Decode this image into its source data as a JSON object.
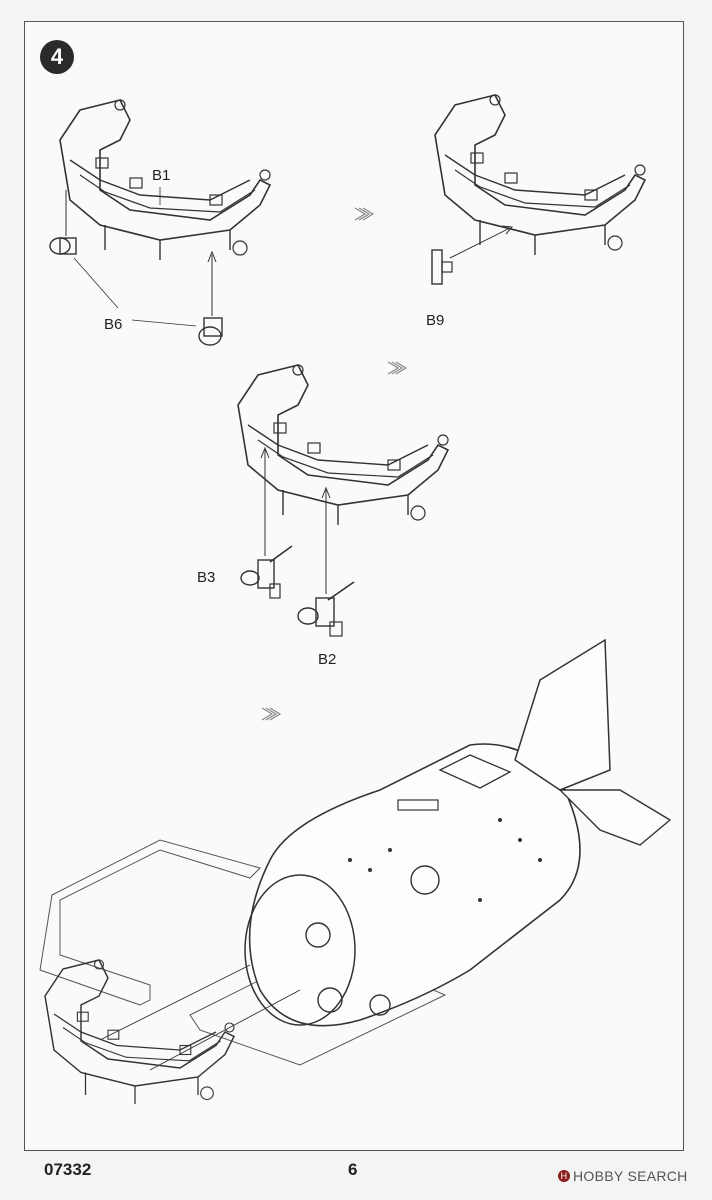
{
  "step": {
    "number": "4"
  },
  "parts": {
    "b1": "B1",
    "b6": "B6",
    "b9": "B9",
    "b3": "B3",
    "b2": "B2"
  },
  "footer": {
    "code": "07332",
    "page": "6",
    "watermark_logo": "H",
    "watermark_text": "HOBBY SEARCH"
  },
  "colors": {
    "line": "#333333",
    "frame": "#555555",
    "watermark": "#8b1d1d"
  }
}
